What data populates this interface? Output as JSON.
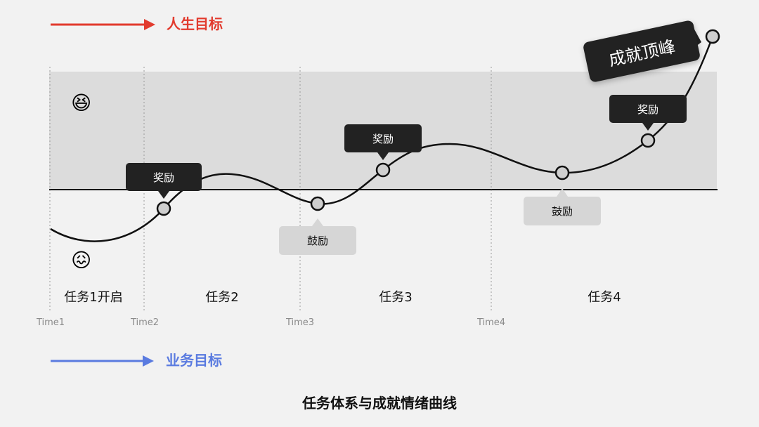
{
  "legend": {
    "life_goal": "人生目标",
    "business_goal": "业务目标",
    "life_color": "#e23b2e",
    "business_color": "#5a7be0"
  },
  "icons": {
    "happy": "😆",
    "sad": "😖"
  },
  "tasks": [
    "任务1开启",
    "任务2",
    "任务3",
    "任务4"
  ],
  "times": [
    "Time1",
    "Time2",
    "Time3",
    "Time4"
  ],
  "tooltips": {
    "reward": "奖励",
    "encourage": "鼓励",
    "peak": "成就顶峰"
  },
  "caption": "任务体系与成就情绪曲线"
}
